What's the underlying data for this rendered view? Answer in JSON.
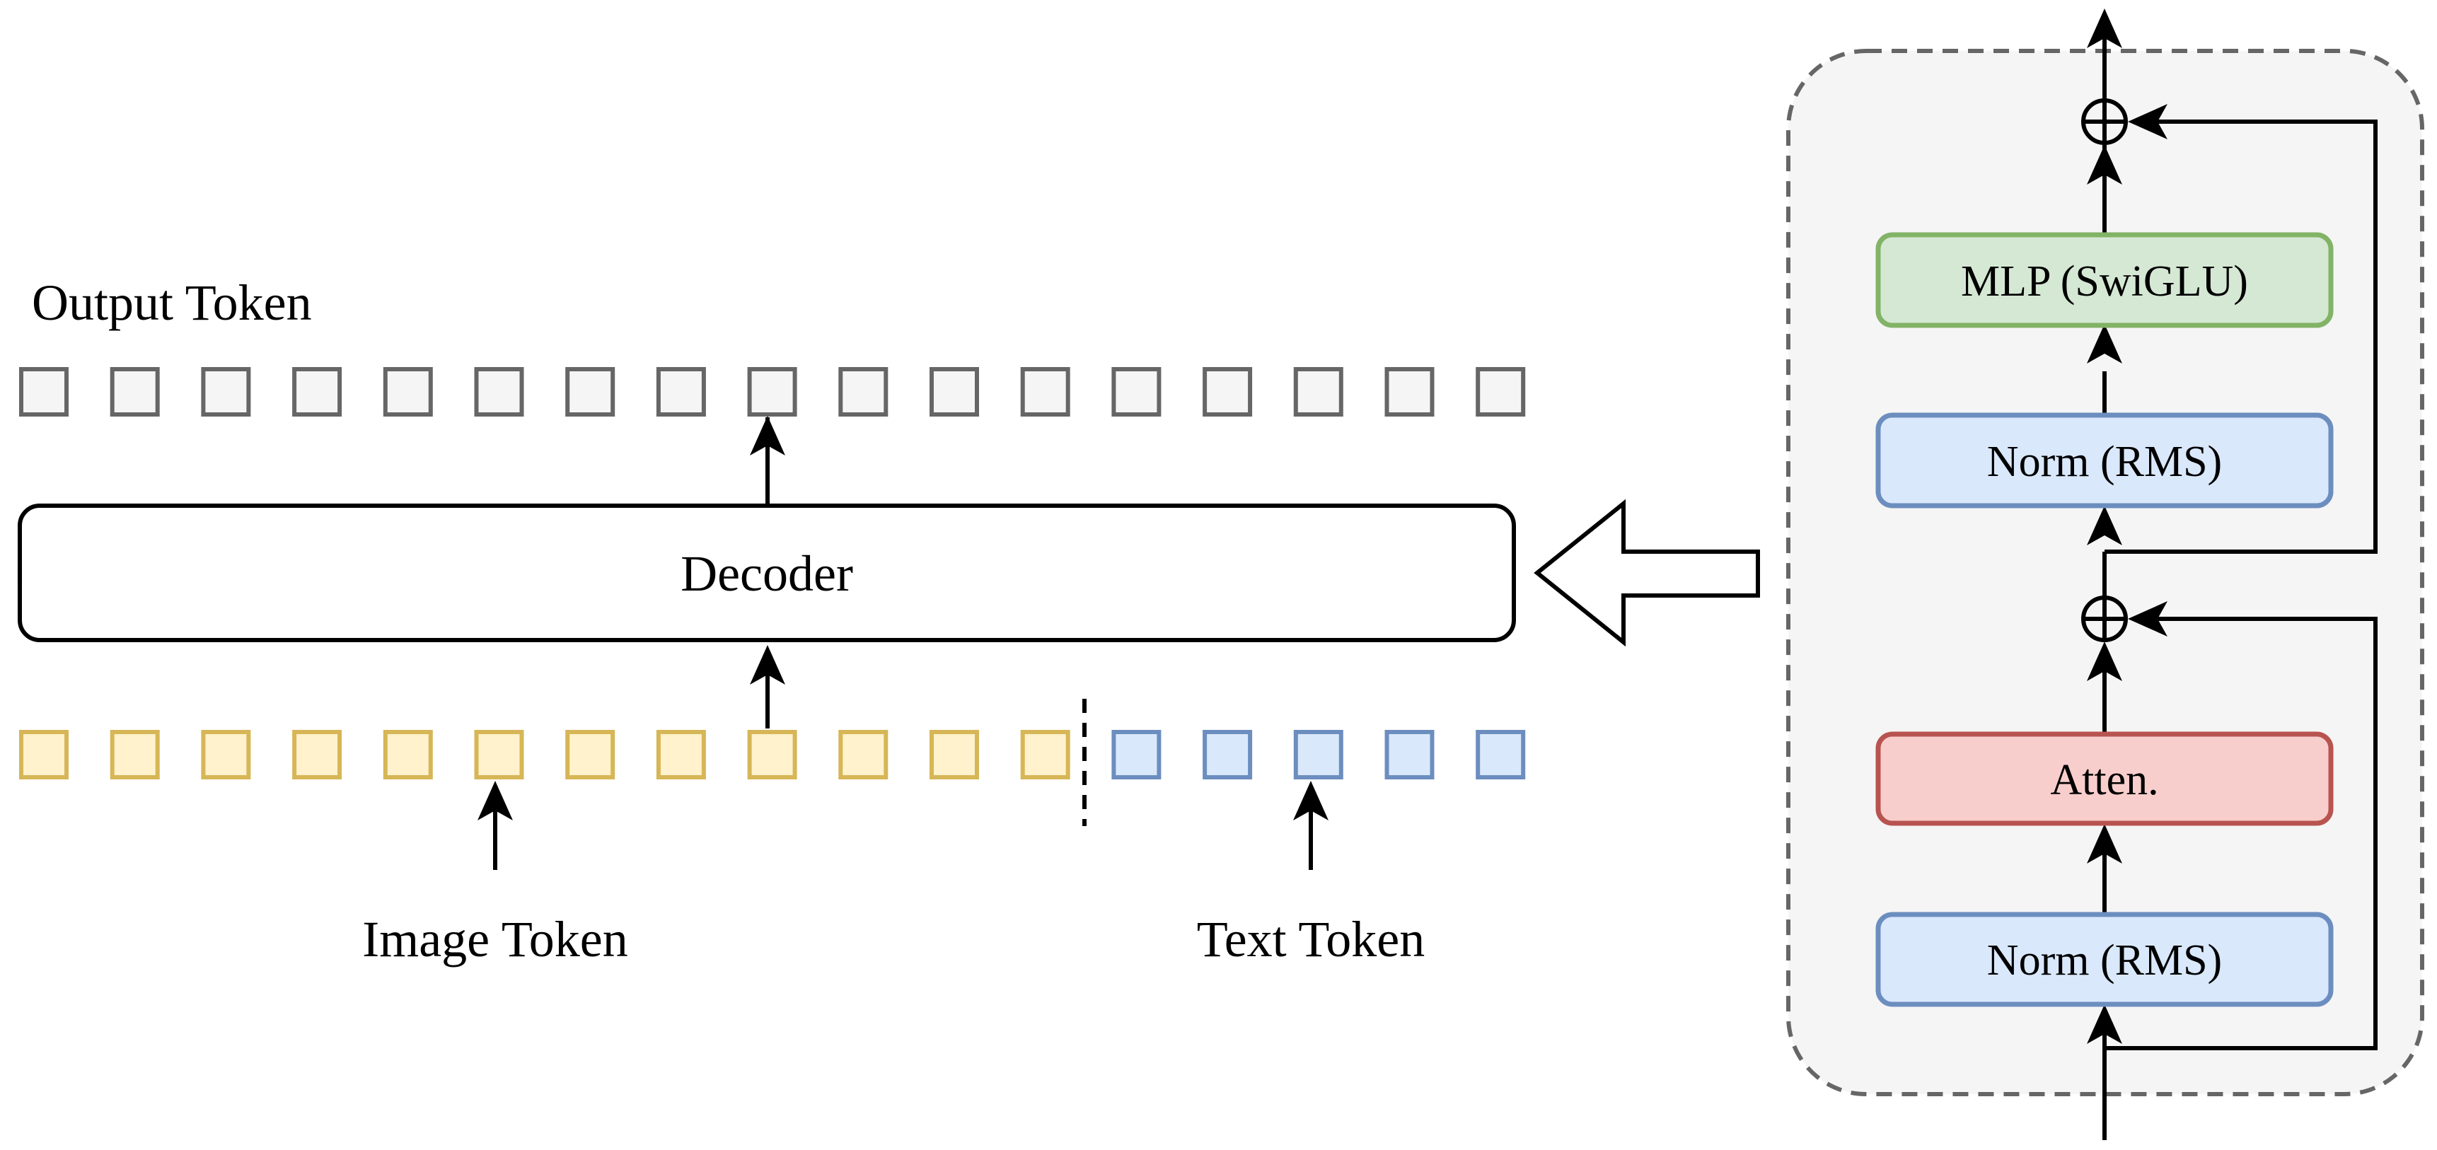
{
  "labels": {
    "output_token": "Output Token",
    "decoder": "Decoder",
    "image_token": "Image Token",
    "text_token": "Text Token"
  },
  "block": {
    "mlp": "MLP (SwiGLU)",
    "norm_top": "Norm (RMS)",
    "atten": "Atten.",
    "norm_bottom": "Norm (RMS)"
  },
  "counts": {
    "output_tokens": 17,
    "image_tokens": 12,
    "text_tokens": 5
  },
  "colors": {
    "output_fill": "#f5f5f5",
    "output_stroke": "#666666",
    "image_fill": "#fff2cc",
    "image_stroke": "#d6b656",
    "text_fill": "#dae8fc",
    "text_stroke": "#6c8ebf",
    "mlp_fill": "#d5e8d4",
    "mlp_stroke": "#82b366",
    "norm_fill": "#dae8fc",
    "norm_stroke": "#6c8ebf",
    "atten_fill": "#f8cecc",
    "atten_stroke": "#b85450",
    "panel_fill": "#f5f5f5",
    "panel_stroke": "#666666"
  }
}
